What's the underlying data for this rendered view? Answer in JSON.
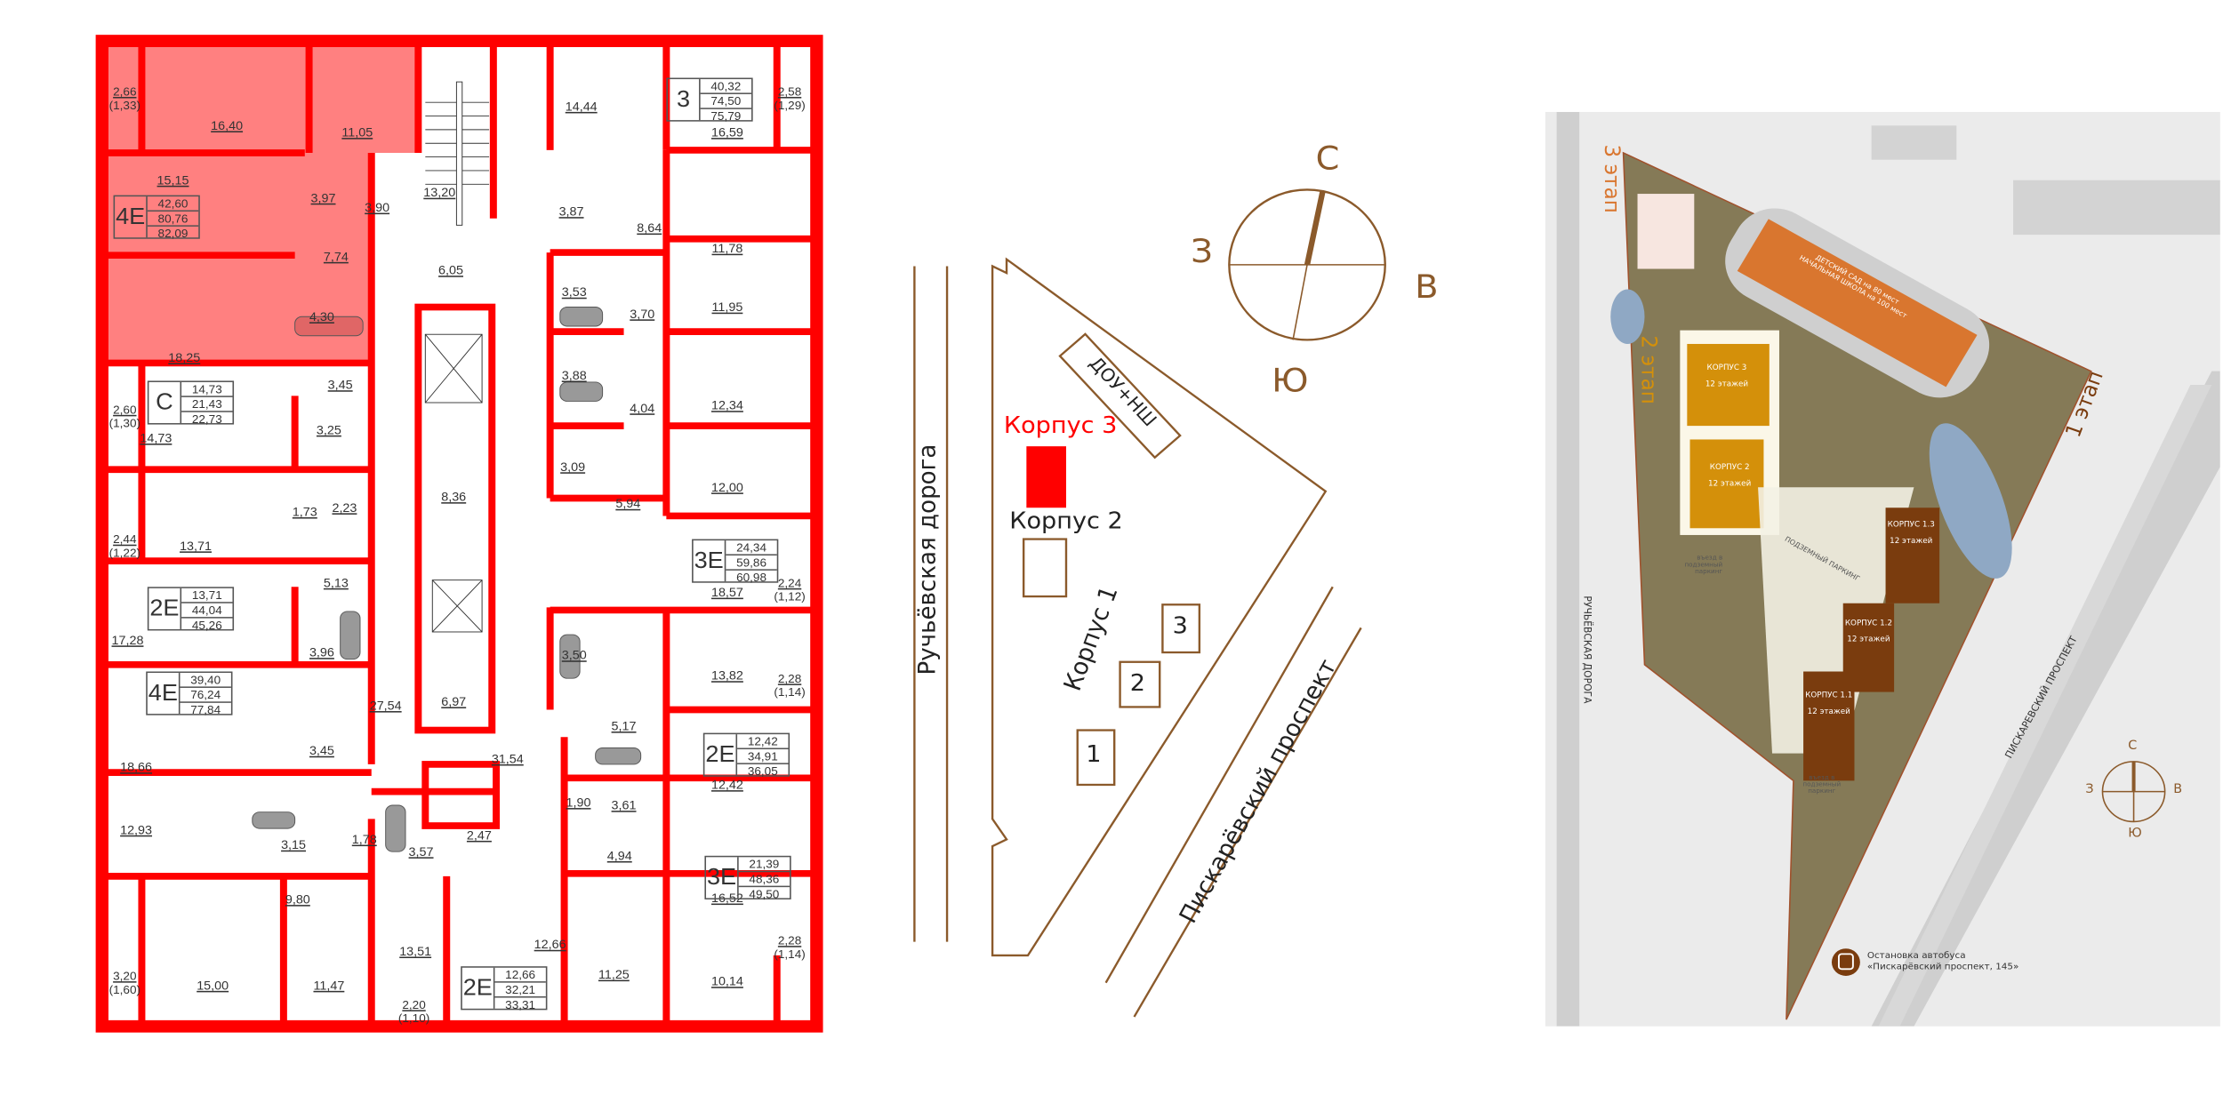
{
  "floorplan": {
    "rooms": [
      "16,40",
      "11,05",
      "15,15",
      "3,97",
      "3,90",
      "13,20",
      "7,74",
      "6,05",
      "4,30",
      "18,25",
      "3,45",
      "14,73",
      "3,25",
      "1,73",
      "2,23",
      "13,71",
      "5,13",
      "17,28",
      "3,96",
      "27,54",
      "6,97",
      "8,36",
      "18,66",
      "3,45",
      "12,93",
      "3,15",
      "1,78",
      "3,57",
      "2,47",
      "9,80",
      "15,00",
      "11,47",
      "13,51",
      "12,66",
      "14,44",
      "16,59",
      "3,87",
      "8,64",
      "11,78",
      "3,53",
      "3,70",
      "11,95",
      "3,88",
      "4,04",
      "12,34",
      "3,09",
      "5,94",
      "12,00",
      "18,57",
      "3,50",
      "13,82",
      "5,17",
      "31,54",
      "12,42",
      "1,90",
      "3,61",
      "4,94",
      "16,52",
      "11,25",
      "10,14"
    ],
    "balconies": [
      {
        "area": "2,66",
        "reduced": "(1,33)"
      },
      {
        "area": "2,60",
        "reduced": "(1,30)"
      },
      {
        "area": "2,44",
        "reduced": "(1,22)"
      },
      {
        "area": "3,20",
        "reduced": "(1,60)"
      },
      {
        "area": "2,20",
        "reduced": "(1,10)"
      },
      {
        "area": "2,58",
        "reduced": "(1,29)"
      },
      {
        "area": "2,24",
        "reduced": "(1,12)"
      },
      {
        "area": "2,28",
        "reduced": "(1,14)"
      },
      {
        "area": "2,28",
        "reduced": "(1,14)"
      }
    ],
    "apartments": [
      {
        "type": "4E",
        "living": "42,60",
        "total": "80,76",
        "total_with_balcony": "82,09",
        "selected": true
      },
      {
        "type": "C",
        "living": "14,73",
        "total": "21,43",
        "total_with_balcony": "22,73"
      },
      {
        "type": "2E",
        "living": "13,71",
        "total": "44,04",
        "total_with_balcony": "45,26"
      },
      {
        "type": "4E",
        "living": "39,40",
        "total": "76,24",
        "total_with_balcony": "77,84"
      },
      {
        "type": "2E",
        "living": "12,66",
        "total": "32,21",
        "total_with_balcony": "33,31"
      },
      {
        "type": "3",
        "living": "40,32",
        "total": "74,50",
        "total_with_balcony": "75,79"
      },
      {
        "type": "3E",
        "living": "24,34",
        "total": "59,86",
        "total_with_balcony": "60,98"
      },
      {
        "type": "2E",
        "living": "12,42",
        "total": "34,91",
        "total_with_balcony": "36,05"
      },
      {
        "type": "3E",
        "living": "21,39",
        "total": "48,36",
        "total_with_balcony": "49,50"
      }
    ],
    "highlight_color": "#ff0000"
  },
  "location": {
    "road_west": "Ручьёвская дорога",
    "road_east": "Пискарёвский проспект",
    "selected_building": "Корпус 3",
    "building_2": "Корпус 2",
    "building_1": "Корпус 1",
    "kindergarten": "ДОУ+НШ",
    "section_numbers": [
      "3",
      "2",
      "1"
    ],
    "compass": {
      "n": "С",
      "w": "З",
      "e": "В",
      "s": "Ю"
    },
    "accent": "#8b5a2b",
    "selected_color": "#ff0000"
  },
  "site_map": {
    "stage_3": "3 этап",
    "stage_2": "2 этап",
    "stage_1": "1 этап",
    "school_line1": "ДЕТСКИЙ САД на 80 мест",
    "school_line2": "НАЧАЛЬНАЯ ШКОЛА на 100 мест",
    "buildings": [
      {
        "name": "КОРПУС 3",
        "floors": "12 этажей"
      },
      {
        "name": "КОРПУС 2",
        "floors": "12 этажей"
      },
      {
        "name": "КОРПУС 1.3",
        "floors": "12 этажей"
      },
      {
        "name": "КОРПУС 1.2",
        "floors": "12 этажей"
      },
      {
        "name": "КОРПУС 1.1",
        "floors": "12 этажей"
      }
    ],
    "parking": "ПОДЗЕМНЫЙ ПАРКИНГ",
    "parking_entry": "въезд в подземный паркинг",
    "road_west": "РУЧЬЁВСКАЯ ДОРОГА",
    "road_east": "ПИСКАРЕВСКИЙ ПРОСПЕКТ",
    "compass": {
      "n": "С",
      "w": "З",
      "e": "В",
      "s": "Ю"
    },
    "bus_stop_line1": "Остановка автобуса",
    "bus_stop_line2": "«Пискарёвский проспект, 145»",
    "colors": {
      "stage1": "#7a3c0e",
      "stage2": "#d4900a",
      "school": "#d9762f",
      "ground": "#857a57",
      "water": "#8fa8c4"
    }
  }
}
